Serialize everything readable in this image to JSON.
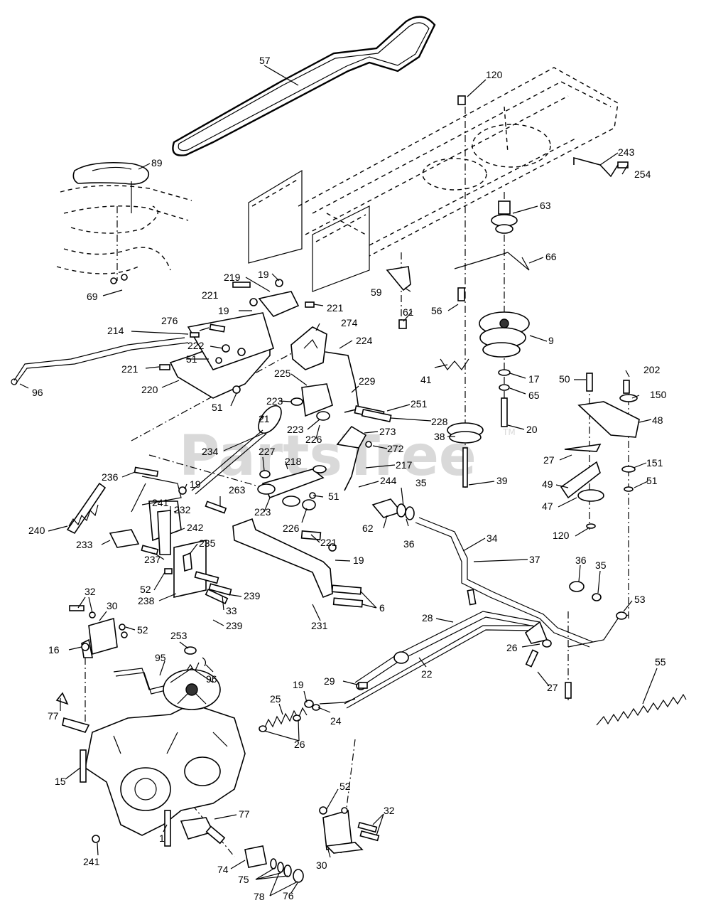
{
  "watermark": "PartsTree",
  "watermark_tm": "TM",
  "labels": [
    {
      "id": "57",
      "text": "57"
    },
    {
      "id": "120a",
      "text": "120"
    },
    {
      "id": "89",
      "text": "89"
    },
    {
      "id": "243",
      "text": "243"
    },
    {
      "id": "254",
      "text": "254"
    },
    {
      "id": "63",
      "text": "63"
    },
    {
      "id": "66",
      "text": "66"
    },
    {
      "id": "69",
      "text": "69"
    },
    {
      "id": "219",
      "text": "219"
    },
    {
      "id": "19a",
      "text": "19"
    },
    {
      "id": "221a",
      "text": "221"
    },
    {
      "id": "221b",
      "text": "221"
    },
    {
      "id": "19b",
      "text": "19"
    },
    {
      "id": "59",
      "text": "59"
    },
    {
      "id": "56",
      "text": "56"
    },
    {
      "id": "276",
      "text": "276"
    },
    {
      "id": "214",
      "text": "214"
    },
    {
      "id": "274",
      "text": "274"
    },
    {
      "id": "61",
      "text": "61"
    },
    {
      "id": "9",
      "text": "9"
    },
    {
      "id": "222",
      "text": "222"
    },
    {
      "id": "224",
      "text": "224"
    },
    {
      "id": "51a",
      "text": "51"
    },
    {
      "id": "221c",
      "text": "221"
    },
    {
      "id": "41",
      "text": "41"
    },
    {
      "id": "17",
      "text": "17"
    },
    {
      "id": "50",
      "text": "50"
    },
    {
      "id": "202",
      "text": "202"
    },
    {
      "id": "96a",
      "text": "96"
    },
    {
      "id": "225",
      "text": "225"
    },
    {
      "id": "229",
      "text": "229"
    },
    {
      "id": "220",
      "text": "220"
    },
    {
      "id": "65",
      "text": "65"
    },
    {
      "id": "150",
      "text": "150"
    },
    {
      "id": "223a",
      "text": "223"
    },
    {
      "id": "51b",
      "text": "51"
    },
    {
      "id": "251",
      "text": "251"
    },
    {
      "id": "21",
      "text": "21"
    },
    {
      "id": "228",
      "text": "228"
    },
    {
      "id": "48",
      "text": "48"
    },
    {
      "id": "223b",
      "text": "223"
    },
    {
      "id": "20",
      "text": "20"
    },
    {
      "id": "226a",
      "text": "226"
    },
    {
      "id": "273",
      "text": "273"
    },
    {
      "id": "38",
      "text": "38"
    },
    {
      "id": "272",
      "text": "272"
    },
    {
      "id": "234",
      "text": "234"
    },
    {
      "id": "227",
      "text": "227"
    },
    {
      "id": "27a",
      "text": "27"
    },
    {
      "id": "151",
      "text": "151"
    },
    {
      "id": "218",
      "text": "218"
    },
    {
      "id": "217",
      "text": "217"
    },
    {
      "id": "236",
      "text": "236"
    },
    {
      "id": "39",
      "text": "39"
    },
    {
      "id": "51c",
      "text": "51"
    },
    {
      "id": "19c",
      "text": "19"
    },
    {
      "id": "244",
      "text": "244"
    },
    {
      "id": "35a",
      "text": "35"
    },
    {
      "id": "49",
      "text": "49"
    },
    {
      "id": "263",
      "text": "263"
    },
    {
      "id": "51d",
      "text": "51"
    },
    {
      "id": "47",
      "text": "47"
    },
    {
      "id": "241a",
      "text": "241"
    },
    {
      "id": "232",
      "text": "232"
    },
    {
      "id": "223c",
      "text": "223"
    },
    {
      "id": "62",
      "text": "62"
    },
    {
      "id": "240",
      "text": "240"
    },
    {
      "id": "242",
      "text": "242"
    },
    {
      "id": "226b",
      "text": "226"
    },
    {
      "id": "36a",
      "text": "36"
    },
    {
      "id": "120b",
      "text": "120"
    },
    {
      "id": "233",
      "text": "233"
    },
    {
      "id": "34",
      "text": "34"
    },
    {
      "id": "221d",
      "text": "221"
    },
    {
      "id": "237",
      "text": "237"
    },
    {
      "id": "235",
      "text": "235"
    },
    {
      "id": "19d",
      "text": "19"
    },
    {
      "id": "37",
      "text": "37"
    },
    {
      "id": "36b",
      "text": "36"
    },
    {
      "id": "35b",
      "text": "35"
    },
    {
      "id": "52a",
      "text": "52"
    },
    {
      "id": "239a",
      "text": "239"
    },
    {
      "id": "238",
      "text": "238"
    },
    {
      "id": "33",
      "text": "33"
    },
    {
      "id": "32a",
      "text": "32"
    },
    {
      "id": "6",
      "text": "6"
    },
    {
      "id": "30a",
      "text": "30"
    },
    {
      "id": "239b",
      "text": "239"
    },
    {
      "id": "53",
      "text": "53"
    },
    {
      "id": "231",
      "text": "231"
    },
    {
      "id": "52b",
      "text": "52"
    },
    {
      "id": "28",
      "text": "28"
    },
    {
      "id": "253",
      "text": "253"
    },
    {
      "id": "16",
      "text": "16"
    },
    {
      "id": "26a",
      "text": "26"
    },
    {
      "id": "95",
      "text": "95"
    },
    {
      "id": "55",
      "text": "55"
    },
    {
      "id": "22",
      "text": "22"
    },
    {
      "id": "96b",
      "text": "96"
    },
    {
      "id": "29",
      "text": "29"
    },
    {
      "id": "19e",
      "text": "19"
    },
    {
      "id": "27b",
      "text": "27"
    },
    {
      "id": "25",
      "text": "25"
    },
    {
      "id": "24",
      "text": "24"
    },
    {
      "id": "77a",
      "text": "77"
    },
    {
      "id": "26b",
      "text": "26"
    },
    {
      "id": "15",
      "text": "15"
    },
    {
      "id": "52c",
      "text": "52"
    },
    {
      "id": "32b",
      "text": "32"
    },
    {
      "id": "77b",
      "text": "77"
    },
    {
      "id": "1",
      "text": "1"
    },
    {
      "id": "241b",
      "text": "241"
    },
    {
      "id": "30b",
      "text": "30"
    },
    {
      "id": "74",
      "text": "74"
    },
    {
      "id": "75",
      "text": "75"
    },
    {
      "id": "76",
      "text": "76"
    },
    {
      "id": "78",
      "text": "78"
    }
  ]
}
